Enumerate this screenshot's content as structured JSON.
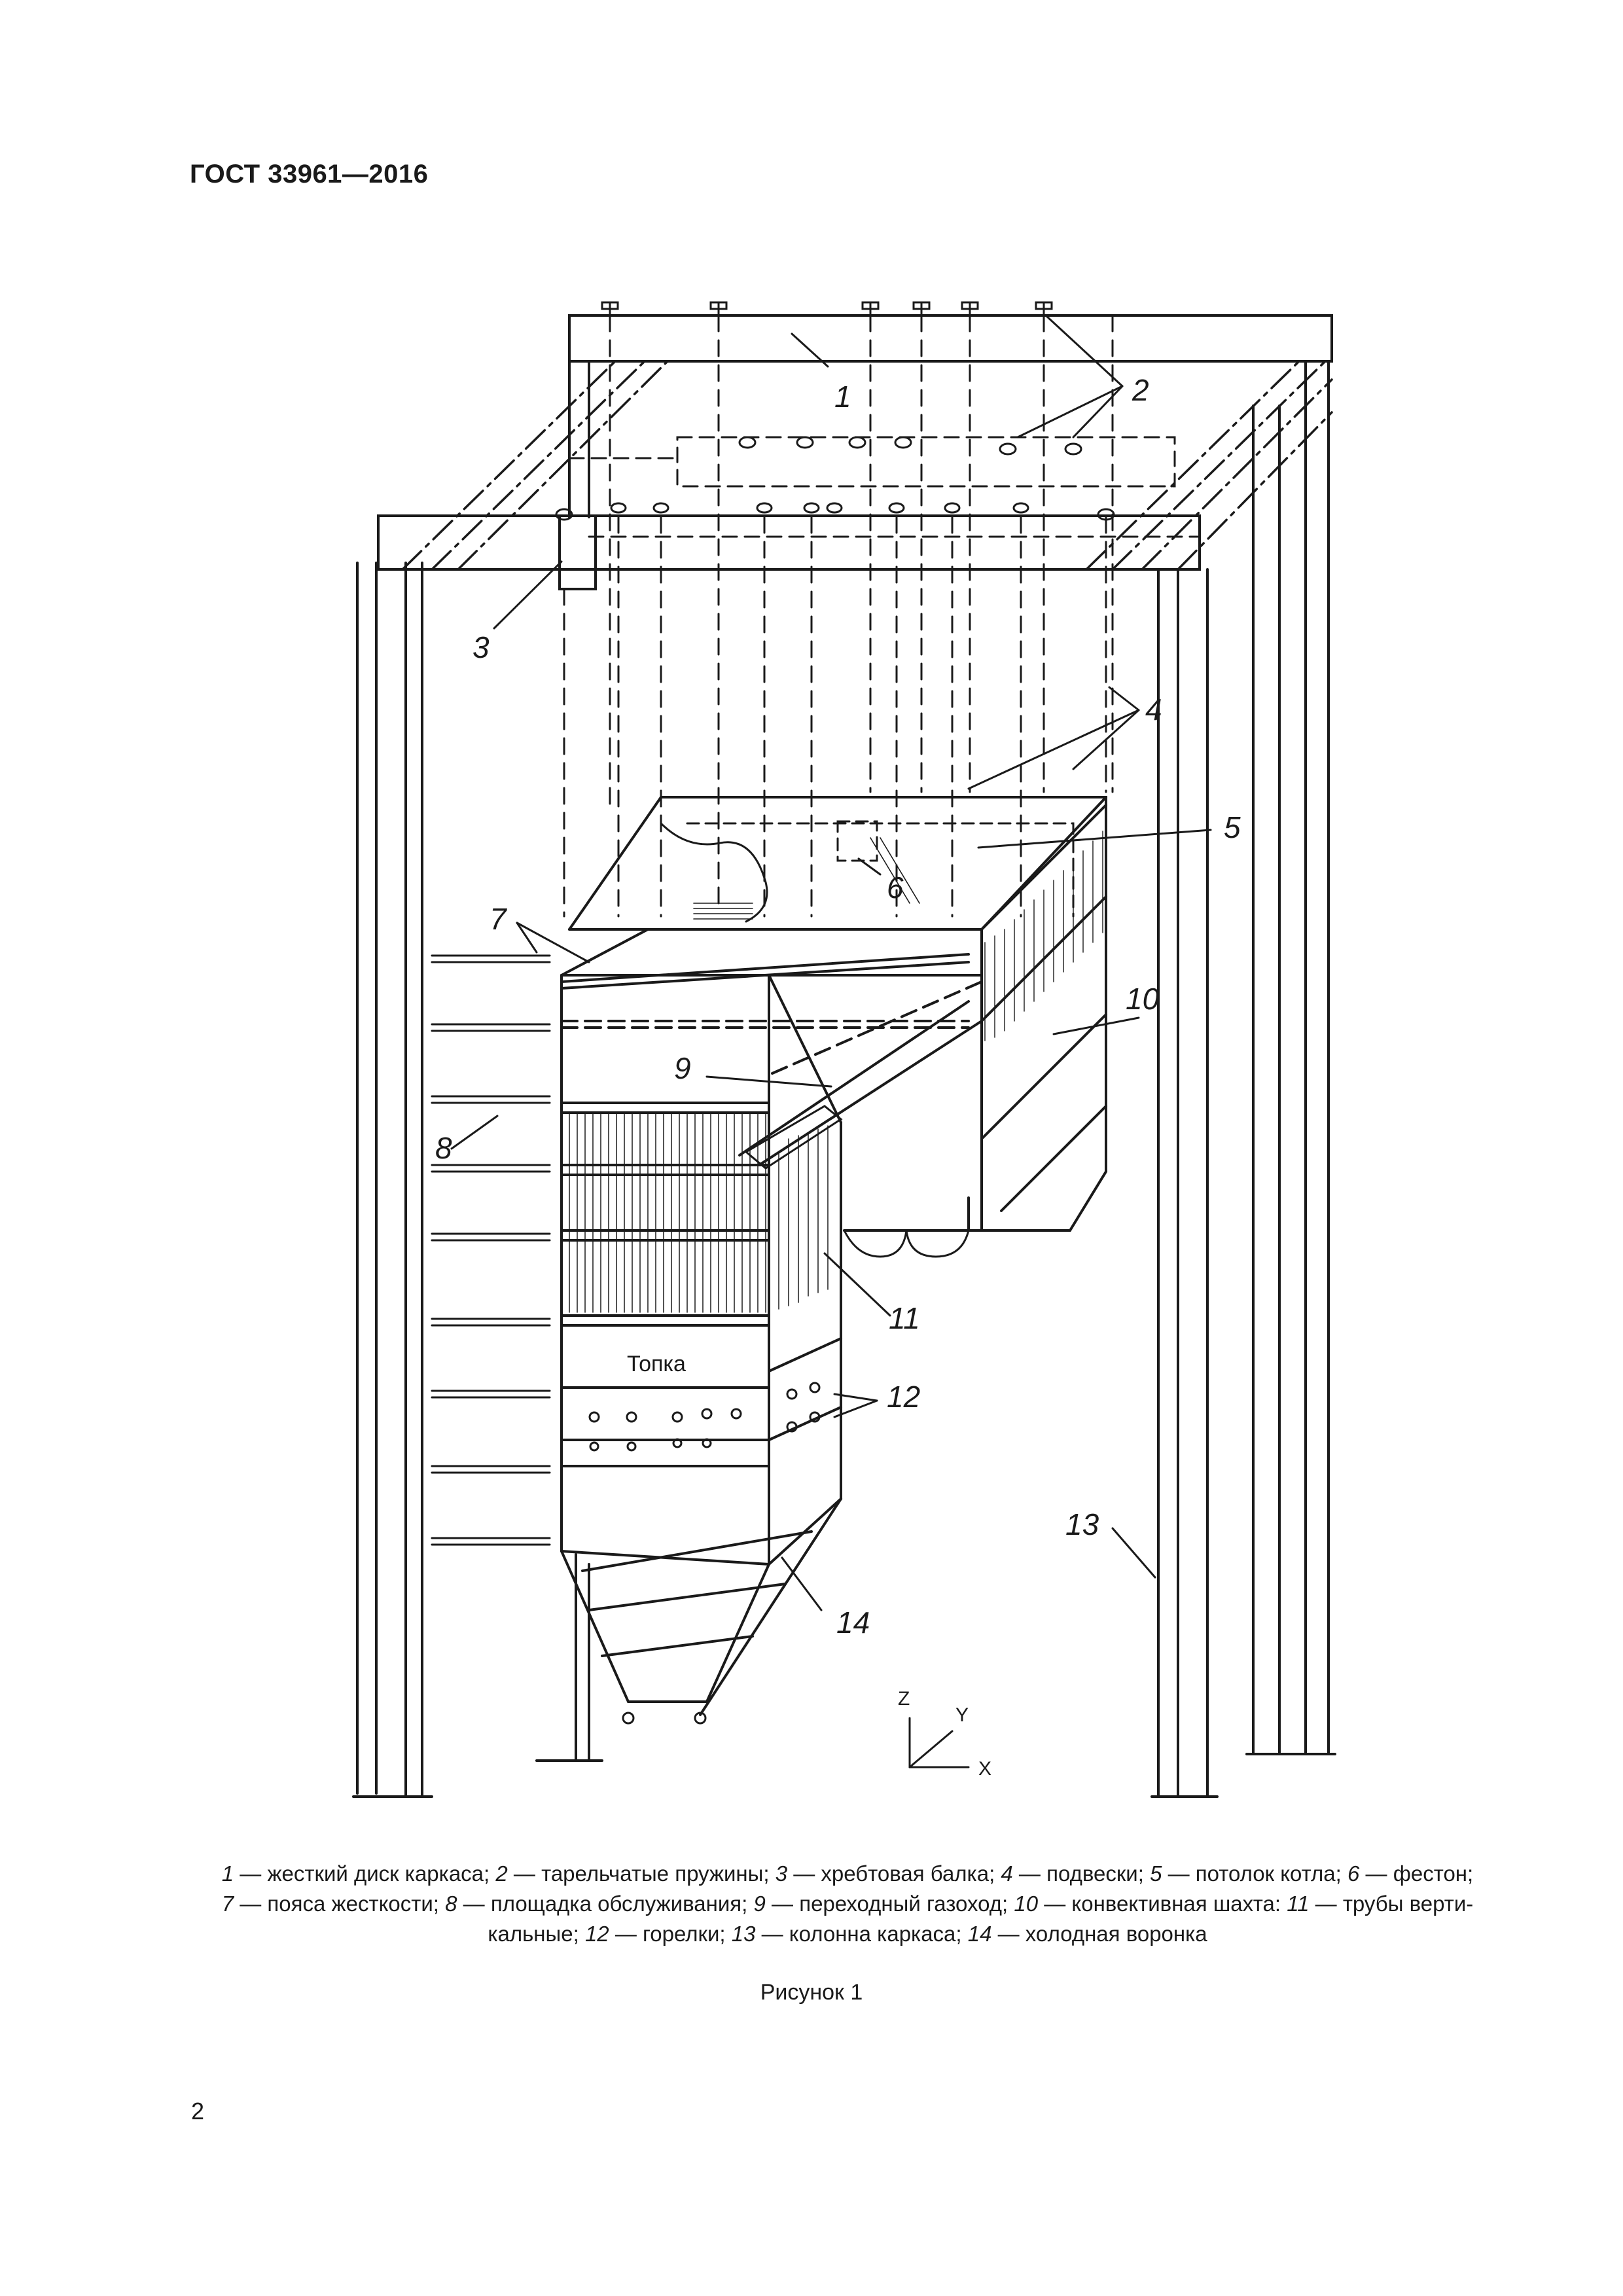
{
  "header": {
    "doc_code": "ГОСТ 33961—2016"
  },
  "figure": {
    "inner_label": "Топка",
    "callouts": [
      "1",
      "2",
      "3",
      "4",
      "5",
      "6",
      "7",
      "8",
      "9",
      "10",
      "11",
      "12",
      "13",
      "14"
    ],
    "axes": {
      "z": "Z",
      "y": "Y",
      "x": "X"
    }
  },
  "legend": {
    "items": [
      {
        "num": "1",
        "text": "жесткий диск каркаса"
      },
      {
        "num": "2",
        "text": "тарельчатые пружины"
      },
      {
        "num": "3",
        "text": "хребтовая балка"
      },
      {
        "num": "4",
        "text": "подвески"
      },
      {
        "num": "5",
        "text": "потолок котла"
      },
      {
        "num": "6",
        "text": "фестон"
      },
      {
        "num": "7",
        "text": "пояса жесткости"
      },
      {
        "num": "8",
        "text": "площадка обслуживания"
      },
      {
        "num": "9",
        "text": "переходный газоход"
      },
      {
        "num": "10",
        "text": "конвективная шахта"
      },
      {
        "num": "11",
        "text": "трубы вертикальные"
      },
      {
        "num": "12",
        "text": "горелки"
      },
      {
        "num": "13",
        "text": "колонна каркаса"
      },
      {
        "num": "14",
        "text": "холодная воронка"
      }
    ],
    "line1": {
      "n1": "1",
      "t1": " — жесткий диск каркаса; ",
      "n2": "2",
      "t2": " — тарельчатые пружины; ",
      "n3": "3",
      "t3": " — хребтовая балка; ",
      "n4": "4",
      "t4": " — подвески; ",
      "n5": "5",
      "t5": " — потолок котла; ",
      "n6": "6",
      "t6": " — фестон;"
    },
    "line2": {
      "n7": "7",
      "t7": " — пояса жесткости; ",
      "n8": "8",
      "t8": " — площадка обслуживания; ",
      "n9": "9",
      "t9": " — переходный газоход; ",
      "n10": "10",
      "t10": " — конвективная шахта: ",
      "n11": "11",
      "t11": " — трубы верти-"
    },
    "line3": {
      "t11b": "кальные; ",
      "n12": "12",
      "t12": " — горелки; ",
      "n13": "13",
      "t13": " — колонна каркаса; ",
      "n14": "14",
      "t14": " — холодная воронка"
    }
  },
  "caption": "Рисунок 1",
  "page_number": "2"
}
